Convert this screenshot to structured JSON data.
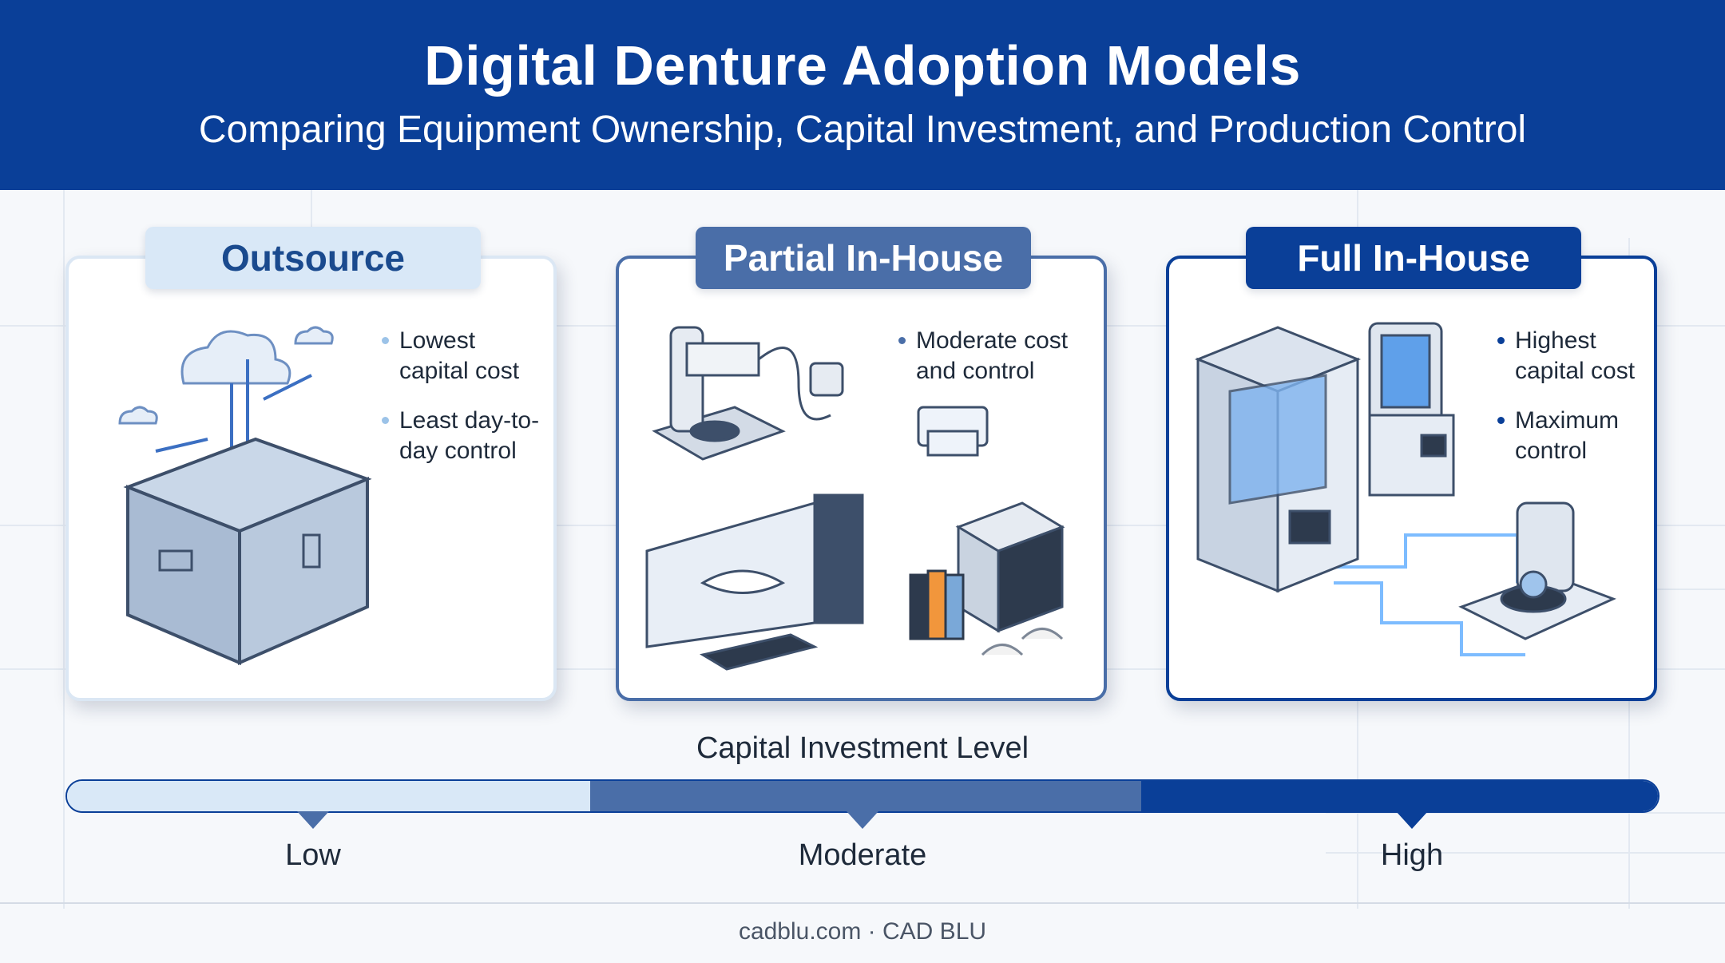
{
  "header": {
    "title": "Digital Denture Adoption Models",
    "subtitle": "Comparing Equipment Ownership, Capital Investment, and Production Control"
  },
  "models": [
    {
      "label": "Outsource",
      "bullets": [
        "Lowest capital cost",
        "Least day-to-day control"
      ],
      "icons": [
        "cloud-icon",
        "equipment-crate-icon"
      ]
    },
    {
      "label": "Partial In-House",
      "bullets": [
        "Moderate cost and control",
        ""
      ],
      "icons": [
        "intraoral-scanner-icon",
        "printer-icon",
        "cad-workstation-icon",
        "3d-printer-icon",
        "binders-icon",
        "denture-icon"
      ]
    },
    {
      "label": "Full In-House",
      "bullets": [
        "Highest capital cost",
        "Maximum control"
      ],
      "icons": [
        "resin-3d-printer-icon",
        "wash-cure-unit-icon",
        "lab-scanner-icon"
      ]
    }
  ],
  "scale": {
    "title": "Capital Investment Level",
    "levels": [
      "Low",
      "Moderate",
      "High"
    ],
    "colors": [
      "#d9e8f7",
      "#4a6ea8",
      "#0a3f98"
    ]
  },
  "footer": {
    "credit": "cadblu.com · CAD BLU"
  }
}
